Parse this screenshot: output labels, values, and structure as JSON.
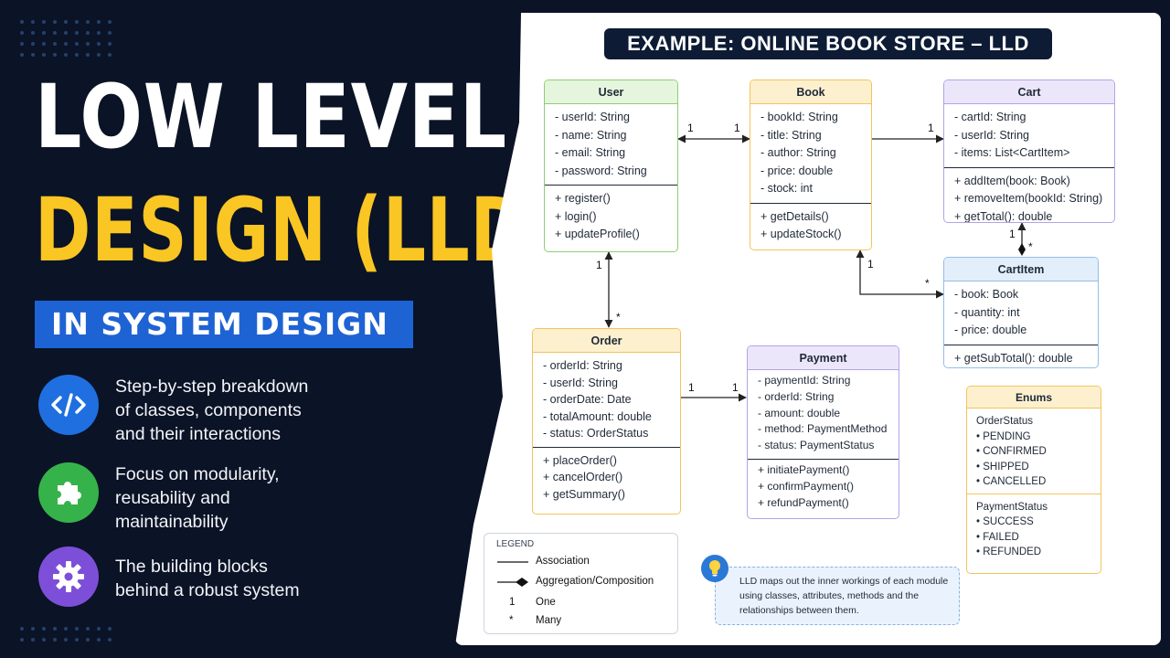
{
  "hero": {
    "title_line1": "LOW LEVEL",
    "title_line2": "DESIGN (LLD)",
    "subtitle": "IN SYSTEM DESIGN",
    "features": [
      {
        "icon": "code-icon",
        "color": "#1f6fe0",
        "lines": [
          "Step-by-step breakdown",
          "of classes, components",
          "and their interactions"
        ]
      },
      {
        "icon": "puzzle-icon",
        "color": "#35b34a",
        "lines": [
          "Focus on modularity,",
          "reusability and",
          "maintainability"
        ]
      },
      {
        "icon": "gear-icon",
        "color": "#7d4fd8",
        "lines": [
          "The building blocks",
          "behind a robust system"
        ]
      }
    ]
  },
  "diagram": {
    "heading": "EXAMPLE: ONLINE BOOK STORE – LLD",
    "classes": {
      "user": {
        "name": "User",
        "attributes": [
          "- userId: String",
          "- name: String",
          "- email: String",
          "- password: String"
        ],
        "methods": [
          "+ register()",
          "+ login()",
          "+ updateProfile()"
        ]
      },
      "book": {
        "name": "Book",
        "attributes": [
          "- bookId: String",
          "- title: String",
          "- author: String",
          "- price: double",
          "- stock: int"
        ],
        "methods": [
          "+ getDetails()",
          "+ updateStock()"
        ]
      },
      "cart": {
        "name": "Cart",
        "attributes": [
          "- cartId: String",
          "- userId: String",
          "- items: List<CartItem>"
        ],
        "methods": [
          "+ addItem(book: Book)",
          "+ removeItem(bookId: String)",
          "+ getTotal(): double"
        ]
      },
      "cartitem": {
        "name": "CartItem",
        "attributes": [
          "- book: Book",
          "- quantity: int",
          "- price: double"
        ],
        "methods": [
          "+ getSubTotal(): double"
        ]
      },
      "order": {
        "name": "Order",
        "attributes": [
          "- orderId: String",
          "- userId: String",
          "- orderDate: Date",
          "- totalAmount: double",
          "- status: OrderStatus"
        ],
        "methods": [
          "+ placeOrder()",
          "+ cancelOrder()",
          "+ getSummary()"
        ]
      },
      "payment": {
        "name": "Payment",
        "attributes": [
          "- paymentId: String",
          "- orderId: String",
          "- amount: double",
          "- method: PaymentMethod",
          "- status: PaymentStatus"
        ],
        "methods": [
          "+ initiatePayment()",
          "+ confirmPayment()",
          "+ refundPayment()"
        ]
      }
    },
    "enums": {
      "title": "Enums",
      "groups": [
        {
          "name": "OrderStatus",
          "values": [
            "• PENDING",
            "• CONFIRMED",
            "• SHIPPED",
            "• CANCELLED"
          ]
        },
        {
          "name": "PaymentStatus",
          "values": [
            "• SUCCESS",
            "• FAILED",
            "• REFUNDED"
          ]
        }
      ]
    },
    "multiplicities": {
      "user_book_a": "1",
      "user_book_b": "1",
      "book_cart": "1",
      "cart_cartitem_one": "1",
      "cart_cartitem_many": "*",
      "book_cartitem_one": "1",
      "book_cartitem_many": "*",
      "user_order_one": "1",
      "user_order_many": "*",
      "order_payment_a": "1",
      "order_payment_b": "1"
    },
    "legend": {
      "title": "LEGEND",
      "items": [
        {
          "symbol": "line",
          "label": "Association"
        },
        {
          "symbol": "diamond",
          "label": "Aggregation/Composition"
        },
        {
          "symbol": "1",
          "label": "One"
        },
        {
          "symbol": "*",
          "label": "Many"
        }
      ]
    },
    "note": "LLD maps out the inner workings of each module using classes, attributes, methods and the relationships between them."
  }
}
